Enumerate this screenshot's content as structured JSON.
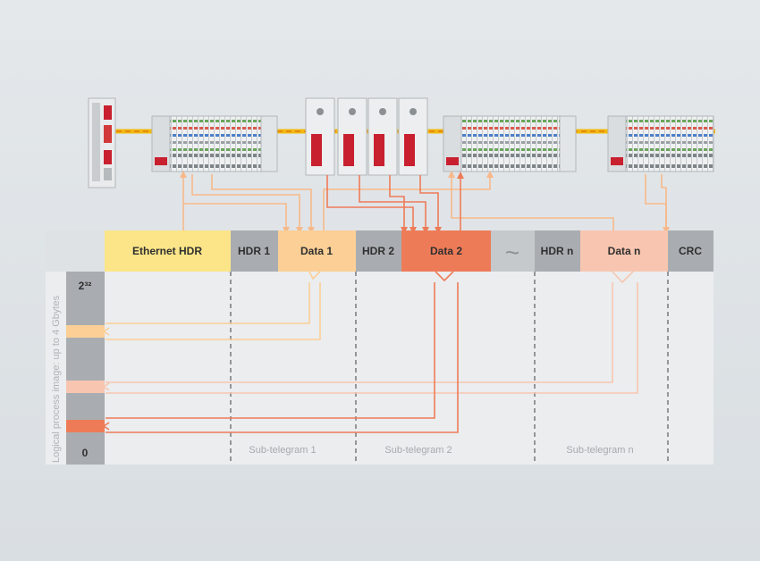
{
  "frame": {
    "blocks": [
      {
        "label": "Ethernet HDR",
        "color": "#fbe588"
      },
      {
        "label": "HDR 1",
        "color": "#a9adb1"
      },
      {
        "label": "Data 1",
        "color": "#fbcf96"
      },
      {
        "label": "HDR 2",
        "color": "#a9adb1"
      },
      {
        "label": "Data 2",
        "color": "#ee7b58"
      },
      {
        "label": "~",
        "color": "#c6c9cc"
      },
      {
        "label": "HDR n",
        "color": "#a9adb1"
      },
      {
        "label": "Data n",
        "color": "#f8c6b0"
      },
      {
        "label": "CRC",
        "color": "#a9adb1"
      }
    ],
    "sub_telegrams": [
      "Sub-telegram 1",
      "Sub-telegram 2",
      "Sub-telegram n"
    ]
  },
  "process_image": {
    "axis_label": "Logical process image: up to 4 Gbytes",
    "top_value": "2³²",
    "bottom_value": "0"
  },
  "colors": {
    "data1": "#fbcf96",
    "data2": "#ee7b58",
    "datan": "#f8c6b0",
    "cable": "#f2b90f",
    "header_grey": "#a9adb1"
  },
  "devices": [
    "controller",
    "io-terminal-block-1",
    "drive-group",
    "io-terminal-block-2",
    "io-terminal-block-3"
  ]
}
